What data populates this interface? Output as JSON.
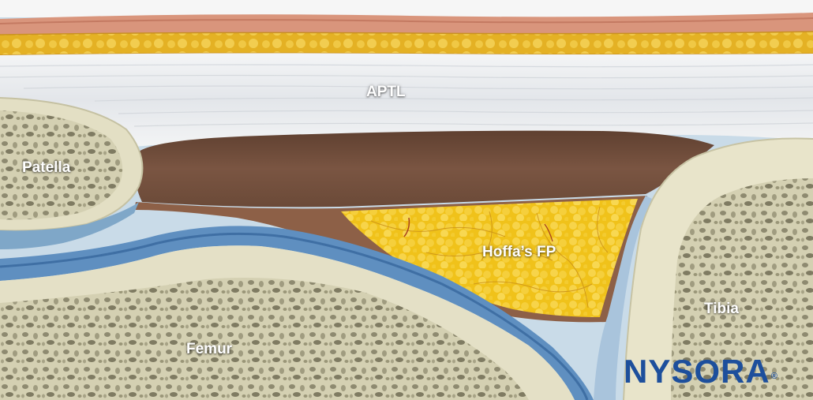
{
  "labels": {
    "aptl": "APTL",
    "patella": "Patella",
    "hoffas_fp": "Hoffa’s FP",
    "femur": "Femur",
    "tibia": "Tibia"
  },
  "logo": {
    "text": "NYSORA",
    "registered": "®"
  },
  "colors": {
    "skin": "#d9957c",
    "subcutaneous_fat": "#e7b626",
    "tendon": "#eef0f2",
    "bone_cortex": "#ebe8cf",
    "cartilage": "#a8c6dc",
    "fat_pad": "#f2c417",
    "capsule": "#8d6047",
    "logo_blue": "#1d4f9c"
  }
}
